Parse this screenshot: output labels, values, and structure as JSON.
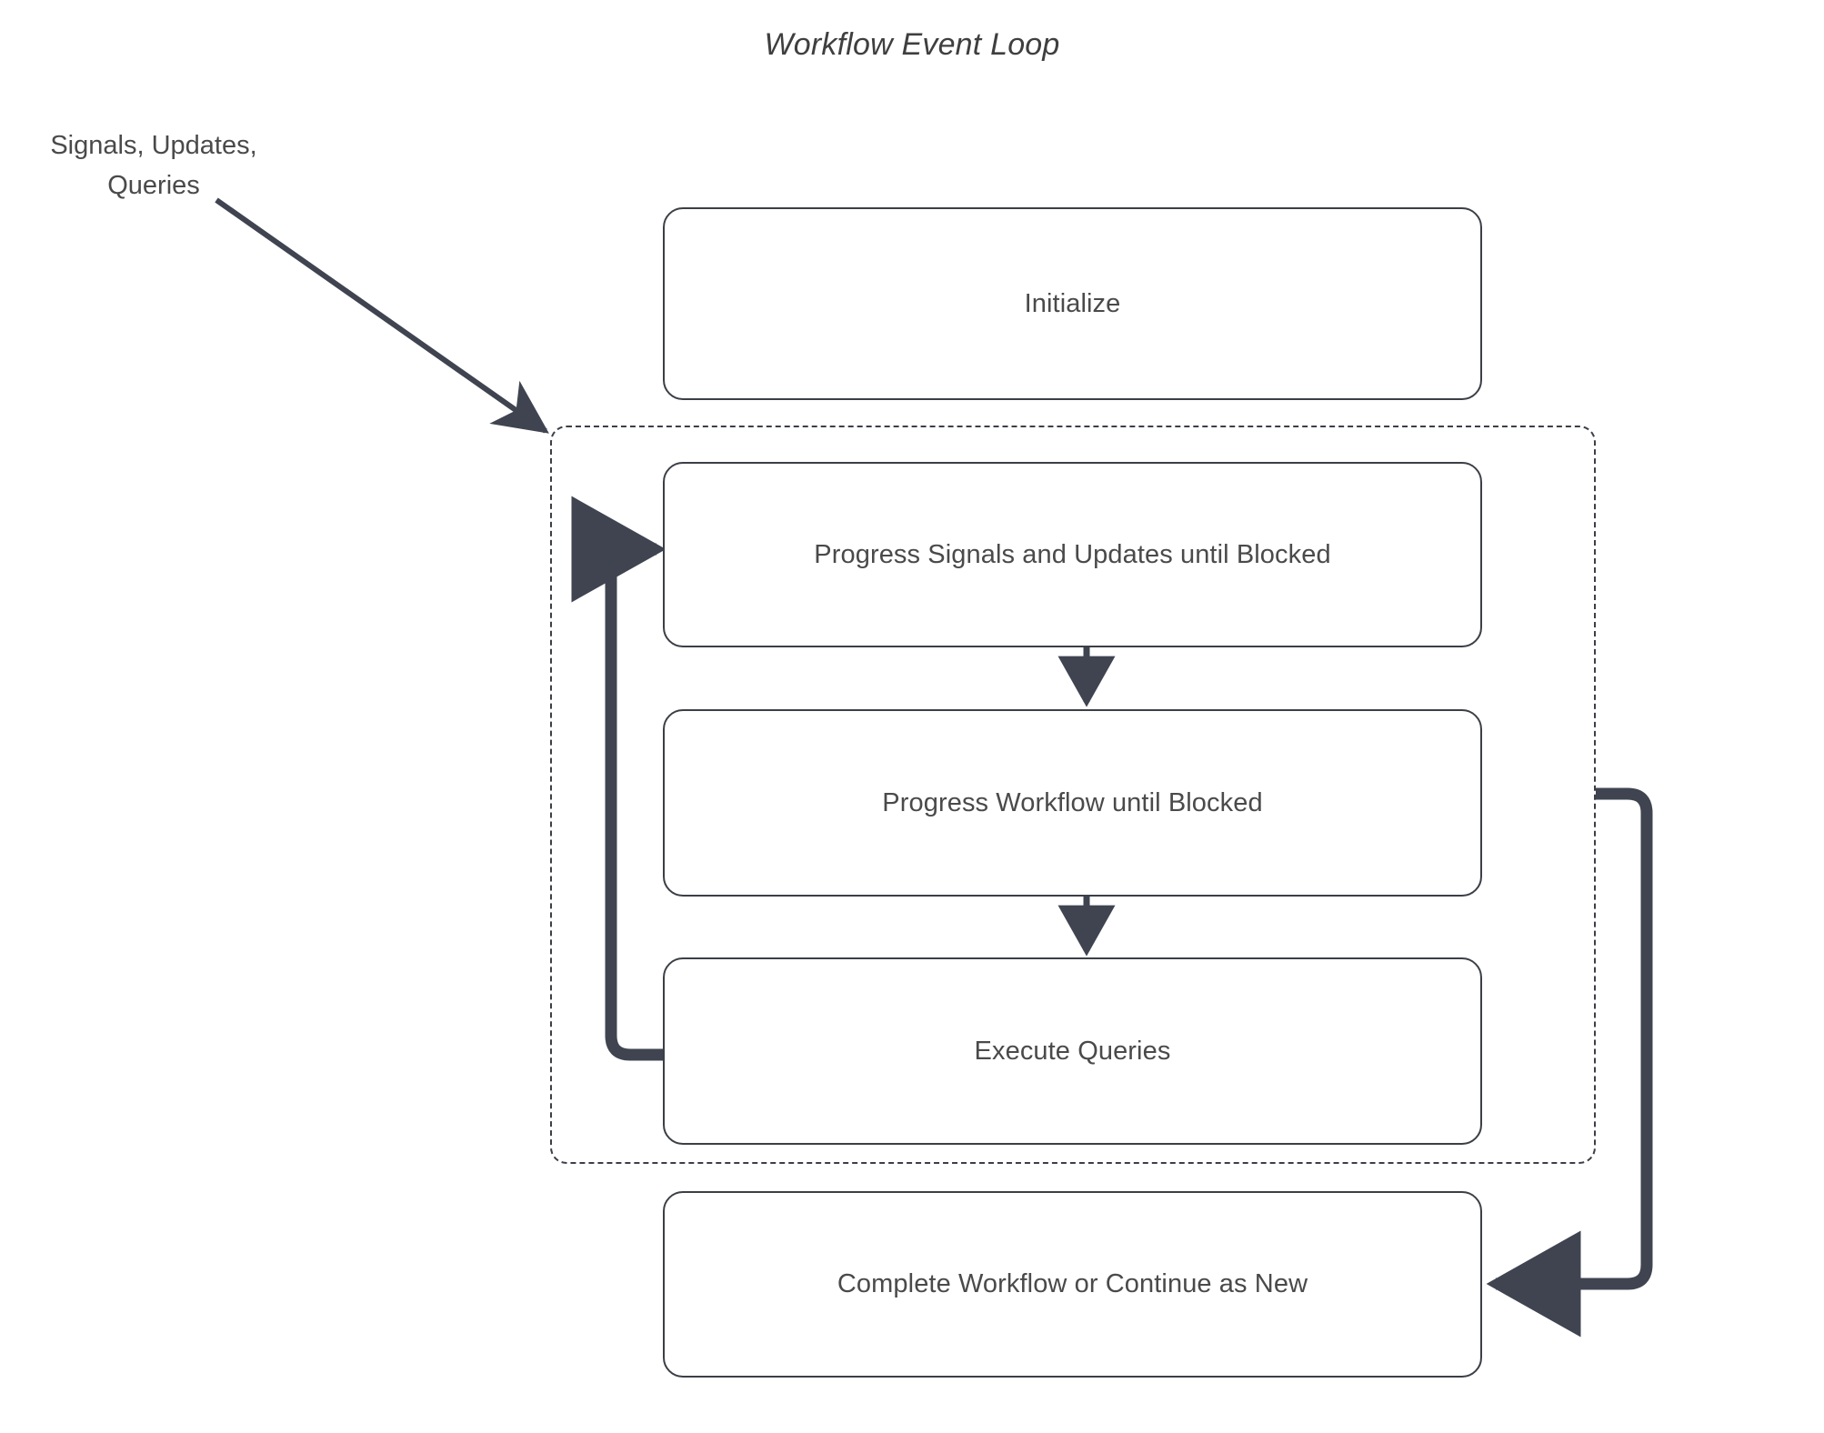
{
  "diagram": {
    "title": "Workflow Event Loop",
    "background_color": "#ffffff",
    "stroke_color": "#3b3f46",
    "connector_color": "#3f4450",
    "text_color": "#4a4a4a",
    "external_input": {
      "line1": "Signals, Updates,",
      "line2": "Queries",
      "full_text": "Signals, Updates, Queries"
    },
    "nodes": [
      {
        "id": "initialize",
        "label": "Initialize"
      },
      {
        "id": "progress-signals",
        "label": "Progress Signals and Updates until Blocked"
      },
      {
        "id": "progress-workflow",
        "label": "Progress Workflow until Blocked"
      },
      {
        "id": "execute-queries",
        "label": "Execute Queries"
      },
      {
        "id": "complete-workflow",
        "label": "Complete Workflow or Continue as New"
      }
    ],
    "loop_region": {
      "id": "event-loop-region",
      "style": "dashed",
      "label": ""
    },
    "edges": [
      {
        "from": "external-input",
        "to": "event-loop-region",
        "style": "thin-arrow"
      },
      {
        "from": "progress-signals",
        "to": "progress-workflow",
        "style": "thin-arrow"
      },
      {
        "from": "progress-workflow",
        "to": "execute-queries",
        "style": "thin-arrow"
      },
      {
        "from": "execute-queries",
        "to": "progress-signals",
        "style": "thick-loop-back"
      },
      {
        "from": "event-loop-region",
        "to": "complete-workflow",
        "style": "thick-loop-exit"
      }
    ]
  }
}
